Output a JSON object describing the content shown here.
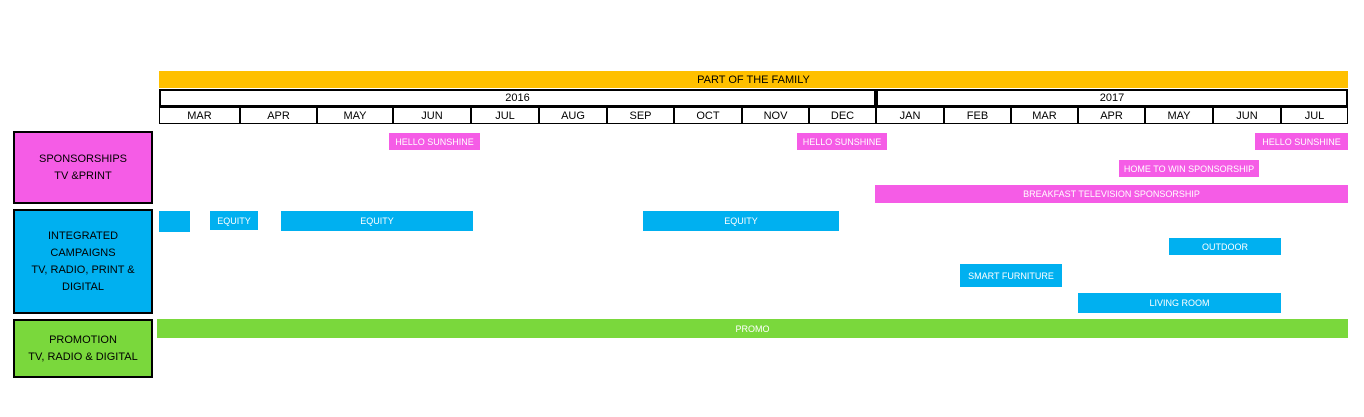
{
  "banner": {
    "label": "PART OF THE FAMILY",
    "color": "#FFC000"
  },
  "years": [
    {
      "label": "2016"
    },
    {
      "label": "2017"
    }
  ],
  "months": [
    "MAR",
    "APR",
    "MAY",
    "JUN",
    "JUL",
    "AUG",
    "SEP",
    "OCT",
    "NOV",
    "DEC",
    "JAN",
    "FEB",
    "MAR",
    "APR",
    "MAY",
    "JUN",
    "JUL"
  ],
  "categories": [
    {
      "label": "SPONSORSHIPS\nTV &PRINT",
      "color": "#F55CE6"
    },
    {
      "label": "INTEGRATED CAMPAIGNS\nTV, RADIO, PRINT &\nDIGITAL",
      "color": "#00B0F0"
    },
    {
      "label": "PROMOTION\nTV, RADIO & DIGITAL",
      "color": "#7AD83C"
    }
  ],
  "bars": [
    {
      "label": "HELLO SUNSHINE",
      "color": "#F55CE6"
    },
    {
      "label": "HELLO SUNSHINE",
      "color": "#F55CE6"
    },
    {
      "label": "HELLO SUNSHINE",
      "color": "#F55CE6"
    },
    {
      "label": "HOME TO WIN SPONSORSHIP",
      "color": "#F55CE6"
    },
    {
      "label": "BREAKFAST TELEVISION SPONSORSHIP",
      "color": "#F55CE6"
    },
    {
      "label": "",
      "color": "#00B0F0"
    },
    {
      "label": "EQUITY",
      "color": "#00B0F0"
    },
    {
      "label": "EQUITY",
      "color": "#00B0F0"
    },
    {
      "label": "EQUITY",
      "color": "#00B0F0"
    },
    {
      "label": "OUTDOOR",
      "color": "#00B0F0"
    },
    {
      "label": "SMART FURNITURE",
      "color": "#00B0F0"
    },
    {
      "label": "LIVING ROOM",
      "color": "#00B0F0"
    },
    {
      "label": "PROMO",
      "color": "#7AD83C"
    }
  ]
}
